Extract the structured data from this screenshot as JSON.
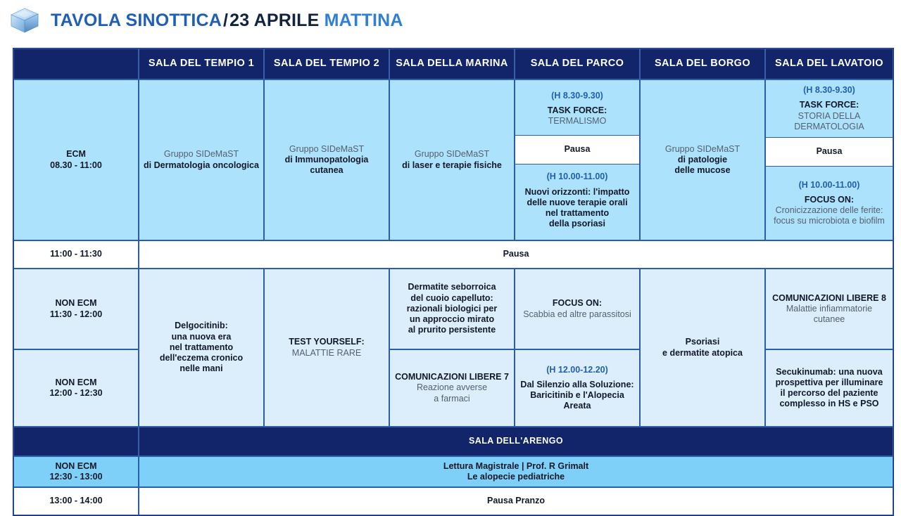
{
  "header": {
    "logo_icon": "blue-cube-logo",
    "title_part1": "TAVOLA SINOTTICA",
    "separator": "/",
    "title_part2": "23 APRILE",
    "title_part3": "MATTINA"
  },
  "colors": {
    "navy": "#12256b",
    "accent_blue": "#1f5fb4",
    "row_sky": "#ade2fd",
    "row_pale": "#dceefc",
    "row_mid": "#7fd0f8",
    "border": "#2b5ea8"
  },
  "table": {
    "columns": [
      {
        "label": ""
      },
      {
        "label": "SALA DEL TEMPIO 1"
      },
      {
        "label": "SALA DEL TEMPIO 2"
      },
      {
        "label": "SALA DELLA MARINA"
      },
      {
        "label": "SALA DEL PARCO"
      },
      {
        "label": "SALA DEL BORGO"
      },
      {
        "label": "SALA DEL LAVATOIO"
      }
    ],
    "row1": {
      "time_type": "ECM",
      "time_range": "08.30 - 11:00",
      "tempio1_pre": "Gruppo SIDeMaST",
      "tempio1_main": "di Dermatologia oncologica",
      "tempio2_pre": "Gruppo SIDeMaST",
      "tempio2_main_l1": "di Immunopatologia",
      "tempio2_main_l2": "cutanea",
      "marina_pre": "Gruppo SIDeMaST",
      "marina_main": "di laser e terapie fisiche",
      "parco_a_hour": "(H 8.30-9.30)",
      "parco_a_title": "TASK FORCE:",
      "parco_a_sub": "TERMALISMO",
      "parco_pausa": "Pausa",
      "parco_b_hour": "(H 10.00-11.00)",
      "parco_b_l1": "Nuovi orizzonti: l'impatto",
      "parco_b_l2": "delle nuove terapie orali",
      "parco_b_l3": "nel trattamento",
      "parco_b_l4": "della psoriasi",
      "borgo_pre": "Gruppo SIDeMaST",
      "borgo_main_l1": "di patologie",
      "borgo_main_l2": "delle mucose",
      "lavatoio_a_hour": "(H 8.30-9.30)",
      "lavatoio_a_title": "TASK FORCE:",
      "lavatoio_a_sub_l1": "STORIA DELLA",
      "lavatoio_a_sub_l2": "DERMATOLOGIA",
      "lavatoio_pausa": "Pausa",
      "lavatoio_b_hour": "(H 10.00-11.00)",
      "lavatoio_b_title": "FOCUS ON:",
      "lavatoio_b_sub_l1": "Cronicizzazione delle ferite:",
      "lavatoio_b_sub_l2": "focus su microbiota e biofilm"
    },
    "row_pausa": {
      "time_range": "11:00 - 11:30",
      "label": "Pausa"
    },
    "row2": {
      "time_type": "NON ECM",
      "time_range": "11:30 - 12:00",
      "marina_l1": "Dermatite seborroica",
      "marina_l2": "del cuoio capelluto:",
      "marina_l3": "razionali biologici per",
      "marina_l4": "un approccio mirato",
      "marina_l5": "al prurito persistente",
      "parco_title": "FOCUS ON:",
      "parco_sub": "Scabbia ed altre parassitosi",
      "lavatoio_title": "COMUNICAZIONI LIBERE 8",
      "lavatoio_sub_l1": "Malattie infiammatorie",
      "lavatoio_sub_l2": "cutanee"
    },
    "row3": {
      "time_type": "NON ECM",
      "time_range": "12:00 - 12:30",
      "marina_title": "COMUNICAZIONI LIBERE 7",
      "marina_sub_l1": "Reazione avverse",
      "marina_sub_l2": "a farmaci",
      "parco_hour": "(H 12.00-12.20)",
      "parco_l1": "Dal Silenzio alla Soluzione:",
      "parco_l2": "Baricitinib e l'Alopecia",
      "parco_l3": "Areata",
      "lavatoio_l1": "Secukinumab: una nuova",
      "lavatoio_l2": "prospettiva per illuminare",
      "lavatoio_l3": "il percorso del paziente",
      "lavatoio_l4": "complesso in HS e PSO"
    },
    "span_tempio1": {
      "l1": "Delgocitinib:",
      "l2": "una nuova era",
      "l3": "nel trattamento",
      "l4": "dell'eczema cronico",
      "l5": "nelle mani"
    },
    "span_tempio2": {
      "l1": "TEST YOURSELF:",
      "l2": "MALATTIE RARE"
    },
    "span_borgo": {
      "l1": "Psoriasi",
      "l2": "e dermatite atopica"
    },
    "arengo": {
      "label": "SALA DELL'ARENGO"
    },
    "row_lettura": {
      "time_type": "NON ECM",
      "time_range": "12:30 - 13:00",
      "l1": "Lettura Magistrale | Prof. R Grimalt",
      "l2": "Le alopecie pediatriche"
    },
    "row_pranzo": {
      "time_range": "13:00 - 14:00",
      "label": "Pausa Pranzo"
    }
  }
}
